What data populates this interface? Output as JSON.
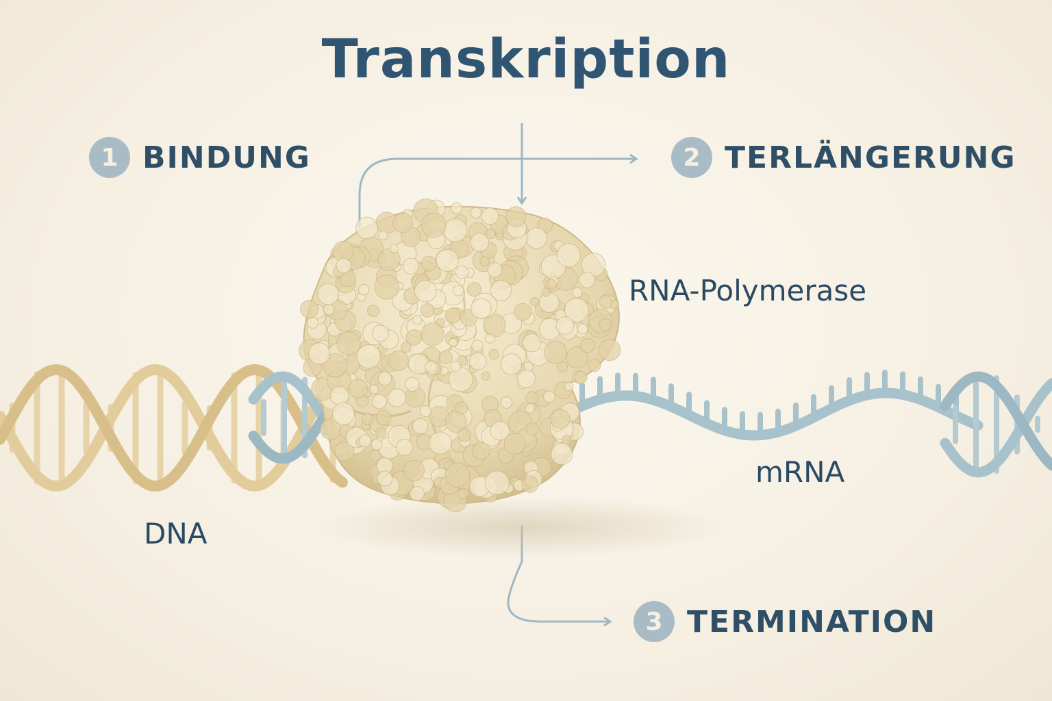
{
  "title": "Transkription",
  "steps": [
    {
      "number": "1",
      "label": "BINDUNG"
    },
    {
      "number": "2",
      "label": "TERLÄNGERUNG"
    },
    {
      "number": "3",
      "label": "TERMINATION"
    }
  ],
  "labels": {
    "polymerase": "RNA-Polymerase",
    "dna": "DNA",
    "mrna": "mRNA"
  },
  "colors": {
    "dna": "#e3cc9c",
    "rna": "#a8c2cc",
    "arrow": "#9fb7c2",
    "text": "#2f5573",
    "polymerase": "#ede0bf"
  }
}
